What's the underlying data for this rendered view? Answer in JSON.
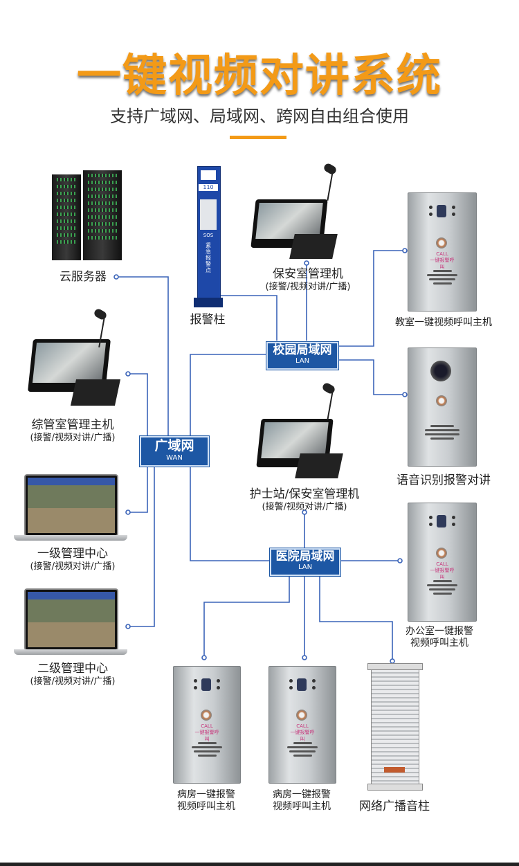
{
  "title": "一键视频对讲系统",
  "subtitle": "支持广域网、局域网、跨网自由组合使用",
  "colors": {
    "accent": "#f39a17",
    "network_box": "#1d57a4",
    "wire": "#3a63b8"
  },
  "nodes": {
    "cloud_server": {
      "label": "云服务器"
    },
    "alarm_pillar": {
      "label": "报警柱",
      "device_text_top": "110",
      "device_text_sos": "SOS",
      "device_text_body": "紧急报警点"
    },
    "security_room_host": {
      "label": "保安室管理机",
      "sub": "(接警/视频对讲/广播)"
    },
    "classroom_call": {
      "label": "教室一键视频呼叫主机"
    },
    "voice_alarm": {
      "label": "语音识别报警对讲"
    },
    "admin_room_host": {
      "label": "综管室管理主机",
      "sub": "(接警/视频对讲/广播)"
    },
    "nurse_station_host": {
      "label": "护士站/保安室管理机",
      "sub": "(接警/视频对讲/广播)"
    },
    "level1_center": {
      "label": "一级管理中心",
      "sub": "(接警/视频对讲/广播)"
    },
    "office_call": {
      "label1": "办公室一键报警",
      "label2": "视频呼叫主机"
    },
    "level2_center": {
      "label": "二级管理中心",
      "sub": "(接警/视频对讲/广播)"
    },
    "ward_call_1": {
      "label1": "病房一键报警",
      "label2": "视频呼叫主机"
    },
    "ward_call_2": {
      "label1": "病房一键报警",
      "label2": "视频呼叫主机"
    },
    "speaker_column": {
      "label": "网络广播音柱"
    }
  },
  "networks": {
    "campus_lan": {
      "name": "校园局域网",
      "tag": "LAN"
    },
    "wan": {
      "name": "广域网",
      "tag": "WAN"
    },
    "hospital_lan": {
      "name": "医院局域网",
      "tag": "LAN"
    }
  },
  "device_text": {
    "call": "CALL",
    "call_sub": "一键报警呼叫"
  }
}
